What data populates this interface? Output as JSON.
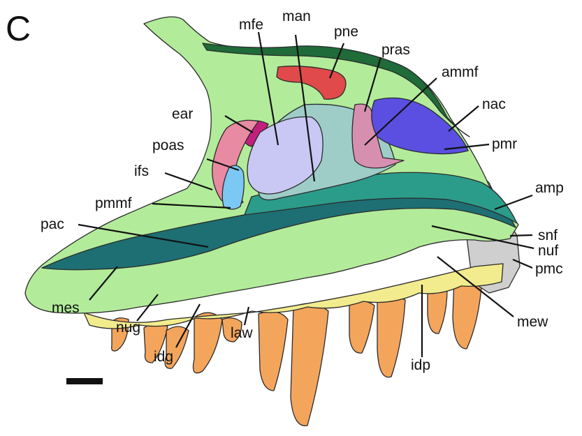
{
  "panel_letter": "C",
  "labels": {
    "mfe": "mfe",
    "man": "man",
    "pne": "pne",
    "pras": "pras",
    "ammf": "ammf",
    "nac": "nac",
    "pmr": "pmr",
    "ear": "ear",
    "poas": "poas",
    "ifs": "ifs",
    "pmmf": "pmmf",
    "amp": "amp",
    "pac": "pac",
    "snf": "snf",
    "nuf": "nuf",
    "pmc": "pmc",
    "mes": "mes",
    "mew": "mew",
    "nug": "nug",
    "law": "law",
    "idg": "idg",
    "idp": "idp"
  },
  "colors": {
    "maxilla": "#b2ec9a",
    "dorsal_rim": "#1f6b3a",
    "palate_teal": "#2c9c8a",
    "palate_dark": "#1d6f73",
    "mfe_lavender": "#c9c8f4",
    "man_grey_teal": "#9ecdc8",
    "pne_red": "#e04a4a",
    "pras_pink": "#d78fb0",
    "nac_blue": "#5a4fe0",
    "ear_magenta": "#c21f7e",
    "poas_pink": "#e88aa2",
    "pmmf_blue": "#7cc8f4",
    "interdental_yellow": "#f2ec8e",
    "teeth_orange": "#f4a55c",
    "premaxilla_grey": "#cfcfcf"
  }
}
